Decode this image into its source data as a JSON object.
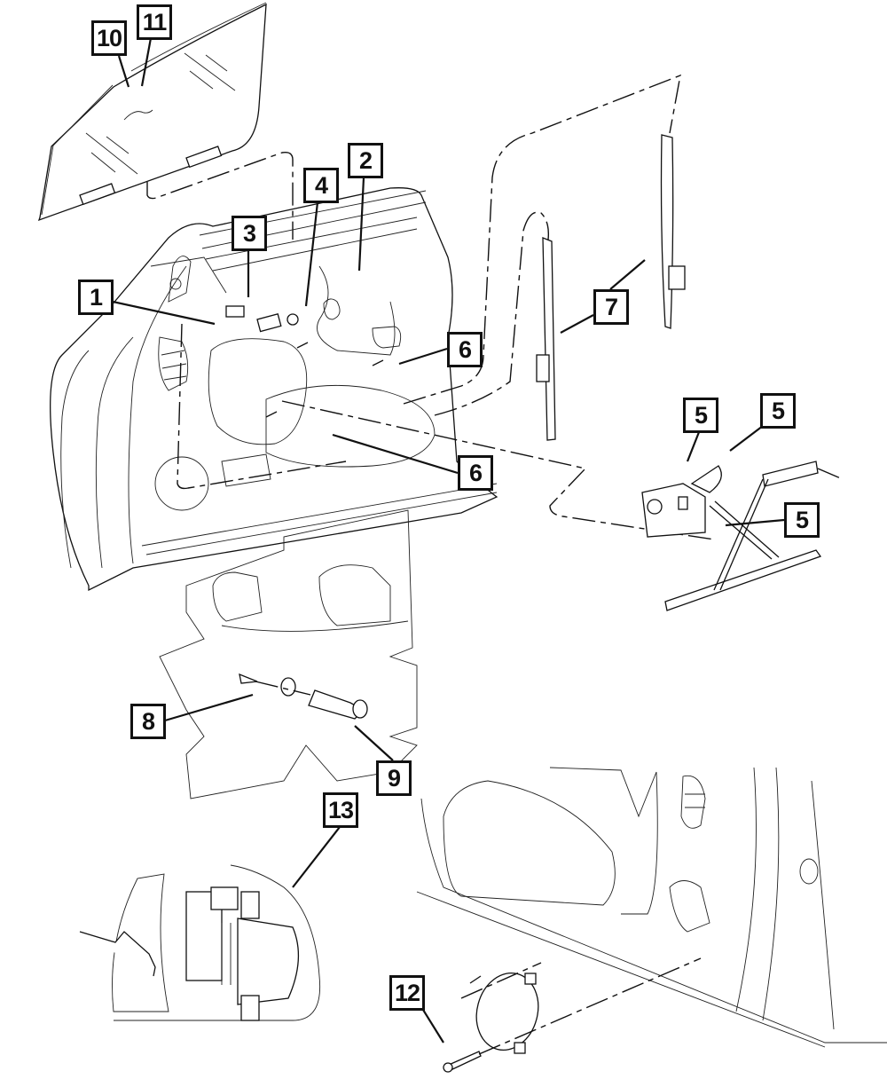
{
  "diagram": {
    "title": "Front Door Components - Exploded View",
    "callouts": [
      {
        "id": "c10",
        "label": "10",
        "part": "door-glass"
      },
      {
        "id": "c11",
        "label": "11",
        "part": "door-glass"
      },
      {
        "id": "c1",
        "label": "1",
        "part": "door-shell"
      },
      {
        "id": "c3",
        "label": "3",
        "part": "clip"
      },
      {
        "id": "c4",
        "label": "4",
        "part": "bracket"
      },
      {
        "id": "c2",
        "label": "2",
        "part": "latch-rod"
      },
      {
        "id": "c6a",
        "label": "6",
        "part": "bolt"
      },
      {
        "id": "c6b",
        "label": "6",
        "part": "bolt"
      },
      {
        "id": "c7",
        "label": "7",
        "part": "glass-run-channel"
      },
      {
        "id": "c5a",
        "label": "5",
        "part": "window-regulator-motor"
      },
      {
        "id": "c5b",
        "label": "5",
        "part": "window-regulator"
      },
      {
        "id": "c5c",
        "label": "5",
        "part": "window-regulator-arm"
      },
      {
        "id": "c8",
        "label": "8",
        "part": "hinge-pin"
      },
      {
        "id": "c9",
        "label": "9",
        "part": "bushing"
      },
      {
        "id": "c13",
        "label": "13",
        "part": "inside-handle"
      },
      {
        "id": "c12",
        "label": "12",
        "part": "speaker-screw"
      }
    ]
  }
}
